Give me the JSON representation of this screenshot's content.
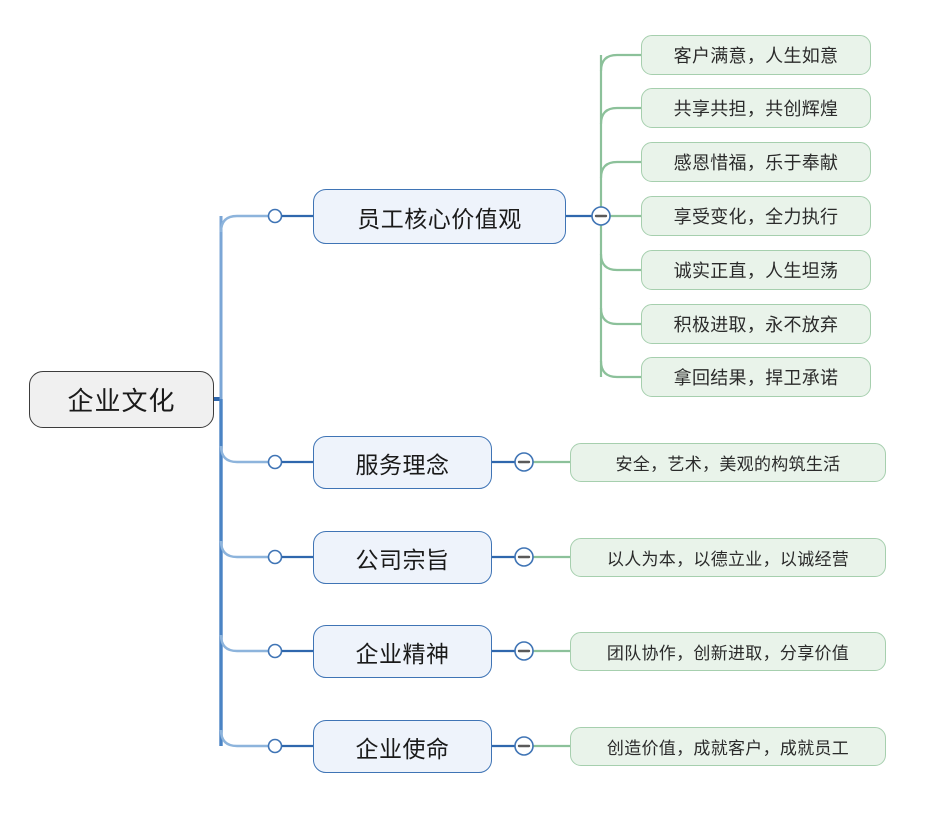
{
  "diagram": {
    "type": "mind-map",
    "title": "企业文化",
    "colors": {
      "root_fill": "#f0f0f0",
      "root_border": "#3c3c3c",
      "branch_fill": "#eef3fb",
      "branch_border": "#3f74b5",
      "leaf_fill": "#e9f3ea",
      "leaf_border": "#a6cfae",
      "trunk_line": "#3f74b5",
      "leaf_line": "#8cc19a",
      "background": "#ffffff"
    }
  },
  "root": {
    "label": "企业文化"
  },
  "branches": [
    {
      "label": "员工核心价值观",
      "toggle": "minus",
      "bullet": "circle",
      "children": [
        {
          "label": "客户满意，人生如意"
        },
        {
          "label": "共享共担，共创辉煌"
        },
        {
          "label": "感恩惜福，乐于奉献"
        },
        {
          "label": "享受变化，全力执行"
        },
        {
          "label": "诚实正直，人生坦荡"
        },
        {
          "label": "积极进取，永不放弃"
        },
        {
          "label": "拿回结果，捍卫承诺"
        }
      ]
    },
    {
      "label": "服务理念",
      "toggle": "minus",
      "bullet": "circle",
      "children": [
        {
          "label": "安全，艺术，美观的构筑生活"
        }
      ]
    },
    {
      "label": "公司宗旨",
      "toggle": "minus",
      "bullet": "circle",
      "children": [
        {
          "label": "以人为本，以德立业，以诚经营"
        }
      ]
    },
    {
      "label": "企业精神",
      "toggle": "minus",
      "bullet": "circle",
      "children": [
        {
          "label": "团队协作，创新进取，分享价值"
        }
      ]
    },
    {
      "label": "企业使命",
      "toggle": "minus",
      "bullet": "circle",
      "children": [
        {
          "label": "创造价值，成就客户，成就员工"
        }
      ]
    }
  ]
}
